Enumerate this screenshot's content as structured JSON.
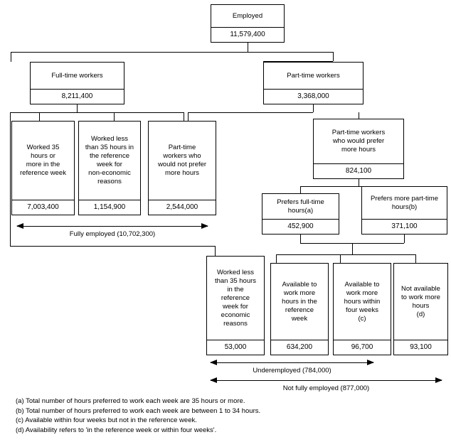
{
  "diagram": {
    "title": "Employment framework flowchart",
    "nodes": {
      "employed": {
        "label": "Employed",
        "value": "11,579,400"
      },
      "full_time": {
        "label": "Full-time workers",
        "value": "8,211,400"
      },
      "part_time": {
        "label": "Part-time workers",
        "value": "3,368,000"
      },
      "worked_35_plus": {
        "label": "Worked 35\nhours or\nmore in the\nreference week",
        "value": "7,003,400"
      },
      "worked_less_non_econ": {
        "label": "Worked less\nthan 35 hours in\nthe reference\nweek for\nnon-economic\nreasons",
        "value": "1,154,900"
      },
      "pt_not_prefer": {
        "label": "Part-time\nworkers who\nwould not prefer\nmore hours",
        "value": "2,544,000"
      },
      "pt_prefer": {
        "label": "Part-time workers\nwho would prefer\nmore hours",
        "value": "824,100"
      },
      "prefers_ft": {
        "label": "Prefers full-time\nhours(a)",
        "value": "452,900"
      },
      "prefers_more_pt": {
        "label": "Prefers more part-time\nhours(b)",
        "value": "371,100"
      },
      "worked_less_econ": {
        "label": "Worked less\nthan 35 hours\nin the\nreference\nweek for\neconomic\nreasons",
        "value": "53,000"
      },
      "avail_ref_week": {
        "label": "Available to\nwork more\nhours in the\nreference\nweek",
        "value": "634,200"
      },
      "avail_four_weeks": {
        "label": "Available to\nwork more\nhours within\nfour weeks\n(c)",
        "value": "96,700"
      },
      "not_avail": {
        "label": "Not available\nto work more\nhours\n(d)",
        "value": "93,100"
      }
    },
    "brackets": {
      "fully_employed": {
        "label": "Fully employed  (10,702,300)"
      },
      "underemployed": {
        "label": "Underemployed (784,000)"
      },
      "not_fully_employed": {
        "label": "Not fully employed (877,000)"
      }
    },
    "footnotes": [
      "(a) Total number of hours preferred to work each week are 35 hours or more.",
      "(b) Total number of hours preferred to work each week are between 1 to 34 hours.",
      "(c) Available within four weeks but not in the reference week.",
      "(d) Availability refers to 'in the reference week or within four weeks'."
    ]
  }
}
